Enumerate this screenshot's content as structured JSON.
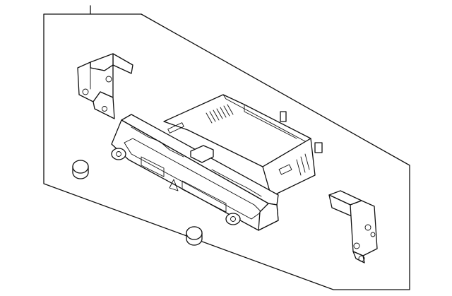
{
  "diagram": {
    "type": "exploded-parts-illustration",
    "callout_labels": [],
    "parts": [
      {
        "name": "radio-receiver-unit"
      },
      {
        "name": "left-mounting-bracket"
      },
      {
        "name": "right-mounting-bracket"
      },
      {
        "name": "control-knob-left"
      },
      {
        "name": "control-knob-right"
      }
    ],
    "colors": {
      "line": "#111111",
      "background": "#ffffff"
    }
  }
}
